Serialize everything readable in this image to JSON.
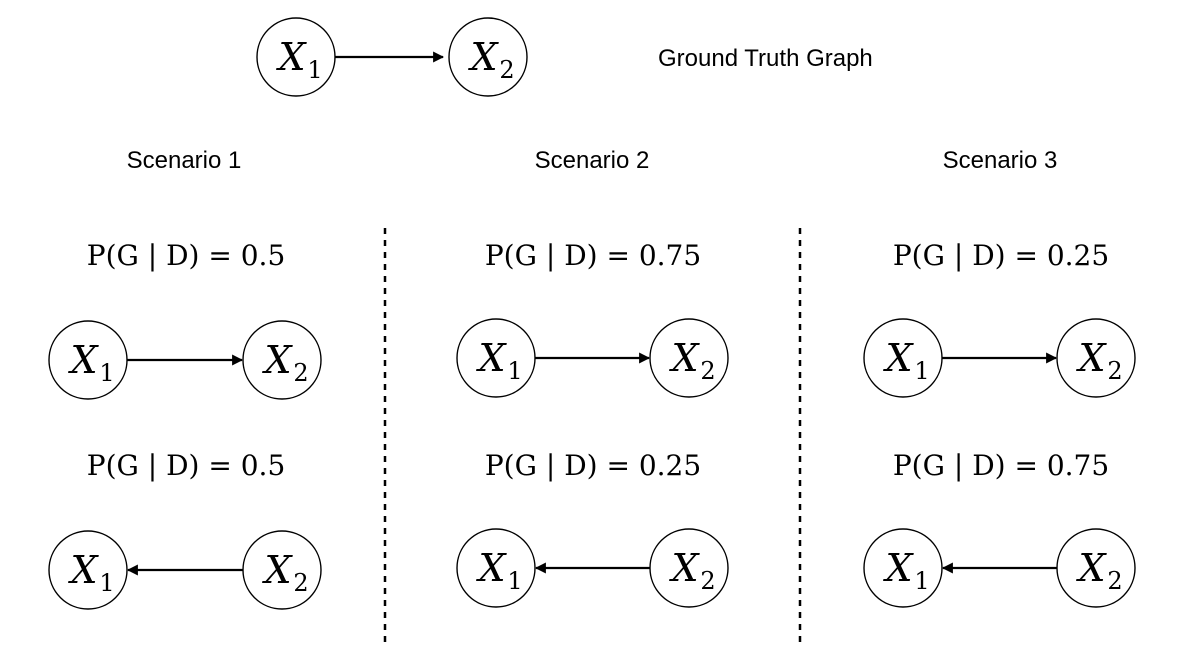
{
  "ground_truth": {
    "title": "Ground Truth Graph",
    "node_a": {
      "base": "X",
      "sub": "1"
    },
    "node_b": {
      "base": "X",
      "sub": "2"
    }
  },
  "scenarios": [
    {
      "title": "Scenario 1",
      "graphs": [
        {
          "prob_label": "P(G | D) = 0.5",
          "from": "X1",
          "to": "X2",
          "left": {
            "base": "X",
            "sub": "1"
          },
          "right": {
            "base": "X",
            "sub": "2"
          }
        },
        {
          "prob_label": "P(G | D) = 0.5",
          "from": "X2",
          "to": "X1",
          "left": {
            "base": "X",
            "sub": "1"
          },
          "right": {
            "base": "X",
            "sub": "2"
          }
        }
      ]
    },
    {
      "title": "Scenario 2",
      "graphs": [
        {
          "prob_label": "P(G | D) = 0.75",
          "from": "X1",
          "to": "X2",
          "left": {
            "base": "X",
            "sub": "1"
          },
          "right": {
            "base": "X",
            "sub": "2"
          }
        },
        {
          "prob_label": "P(G | D) = 0.25",
          "from": "X2",
          "to": "X1",
          "left": {
            "base": "X",
            "sub": "1"
          },
          "right": {
            "base": "X",
            "sub": "2"
          }
        }
      ]
    },
    {
      "title": "Scenario 3",
      "graphs": [
        {
          "prob_label": "P(G | D) = 0.25",
          "from": "X1",
          "to": "X2",
          "left": {
            "base": "X",
            "sub": "1"
          },
          "right": {
            "base": "X",
            "sub": "2"
          }
        },
        {
          "prob_label": "P(G | D) = 0.75",
          "from": "X2",
          "to": "X1",
          "left": {
            "base": "X",
            "sub": "1"
          },
          "right": {
            "base": "X",
            "sub": "2"
          }
        }
      ]
    }
  ]
}
